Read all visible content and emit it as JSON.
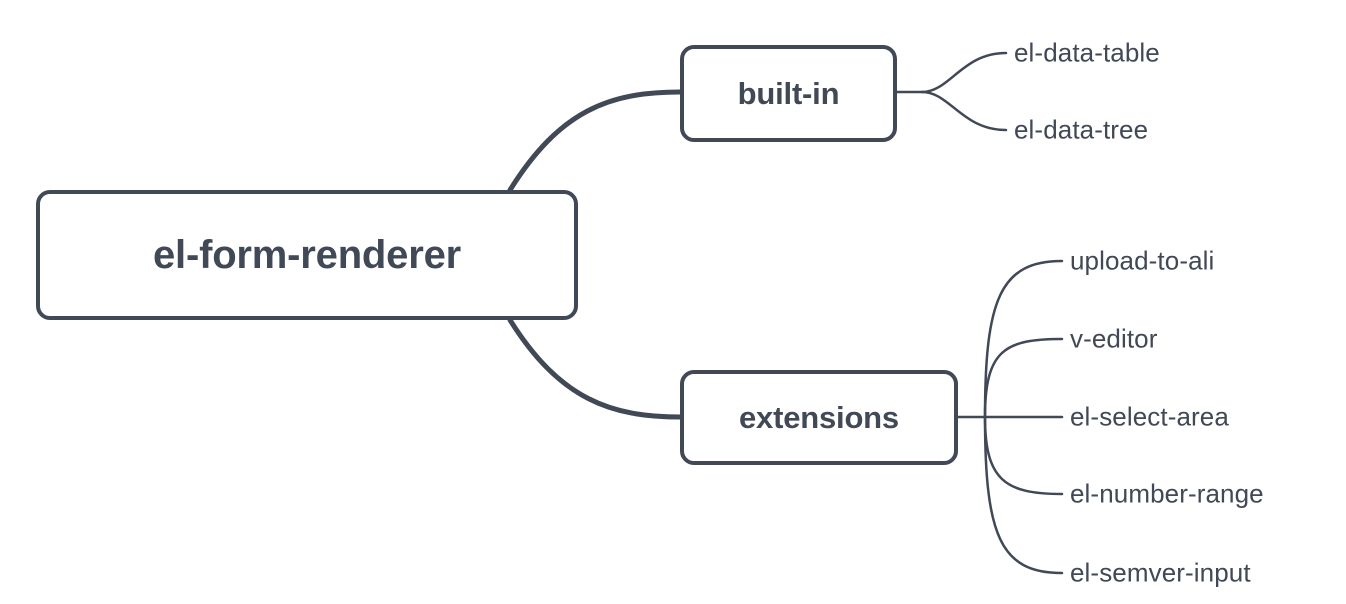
{
  "diagram": {
    "type": "mindmap",
    "background_color": "#ffffff",
    "stroke_color": "#414856",
    "text_color": "#414856",
    "root": {
      "label": "el-form-renderer",
      "branches": [
        {
          "label": "built-in",
          "leaves": [
            {
              "label": "el-data-table"
            },
            {
              "label": "el-data-tree"
            }
          ]
        },
        {
          "label": "extensions",
          "leaves": [
            {
              "label": "upload-to-ali"
            },
            {
              "label": "v-editor"
            },
            {
              "label": "el-select-area"
            },
            {
              "label": "el-number-range"
            },
            {
              "label": "el-semver-input"
            }
          ]
        }
      ]
    }
  }
}
